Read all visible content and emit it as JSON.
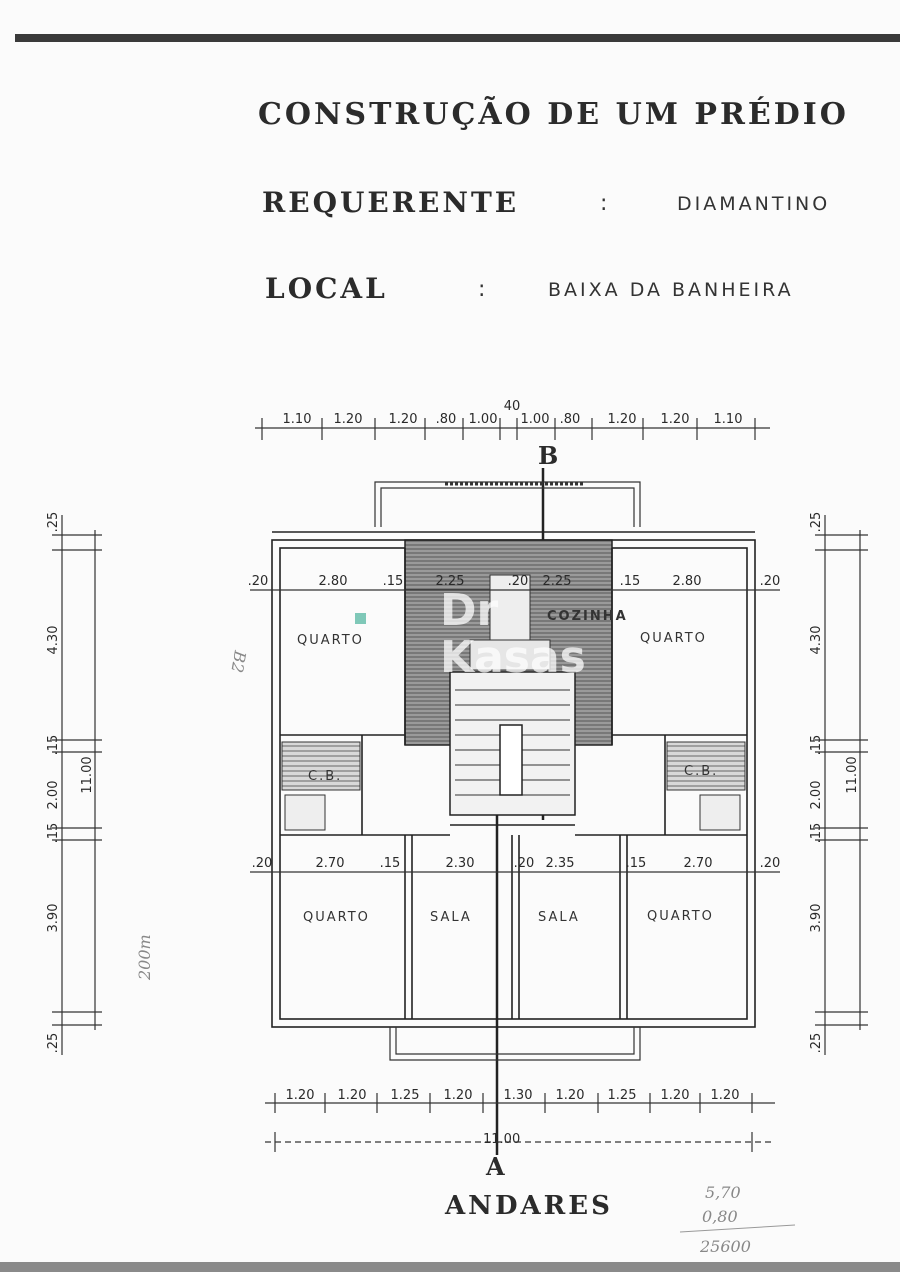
{
  "header": {
    "title": "CONSTRUÇÃO DE UM PRÉDIO",
    "applicant_label": "REQUERENTE",
    "applicant_sep": ":",
    "applicant_value": "DIAMANTINO",
    "location_label": "LOCAL",
    "location_sep": ":",
    "location_value": "BAIXA DA BANHEIRA"
  },
  "plan": {
    "section_top": "B",
    "section_bottom": "A",
    "caption": "ANDARES",
    "top_dims": [
      "1.10",
      "1.20",
      "1.20",
      ".80",
      "1.00",
      "40",
      "1.00",
      ".80",
      "1.20",
      "1.20",
      "1.10"
    ],
    "bottom_dims": [
      "1.20",
      "1.20",
      "1.25",
      "1.20",
      "1.30",
      "1.20",
      "1.25",
      "1.20",
      "1.20"
    ],
    "bottom_total": "11.00",
    "row1_dims": [
      ".20",
      "2.80",
      ".15",
      "2.25",
      ".20",
      "2.25",
      ".15",
      "2.80",
      ".20"
    ],
    "row2_dims": [
      ".20",
      "2.70",
      ".15",
      "2.30",
      ".20",
      "2.35",
      ".15",
      "2.70",
      ".20"
    ],
    "left_dims": [
      ".25",
      "4.30",
      ".15",
      "2.00",
      ".15",
      "3.90",
      ".25"
    ],
    "left_total": "11.00",
    "right_dims": [
      ".25",
      "4.30",
      ".15",
      "2.00",
      ".15",
      "3.90",
      ".25"
    ],
    "right_total": "11.00",
    "rooms": {
      "quarto_tl": "QUARTO",
      "cozinha": "COZINHA",
      "quarto_tr": "QUARTO",
      "cb_left": "C.B.",
      "cb_right": "C.B.",
      "quarto_bl": "QUARTO",
      "sala_left": "SALA",
      "sala_right": "SALA",
      "quarto_br": "QUARTO"
    }
  },
  "handwritten": {
    "calc_1": "5,70",
    "calc_2": "0,80",
    "calc_result": "25600",
    "margin_area": "200m",
    "margin_ref": "B2"
  },
  "watermark": {
    "line1": "Dr",
    "line2": "Kasas"
  }
}
